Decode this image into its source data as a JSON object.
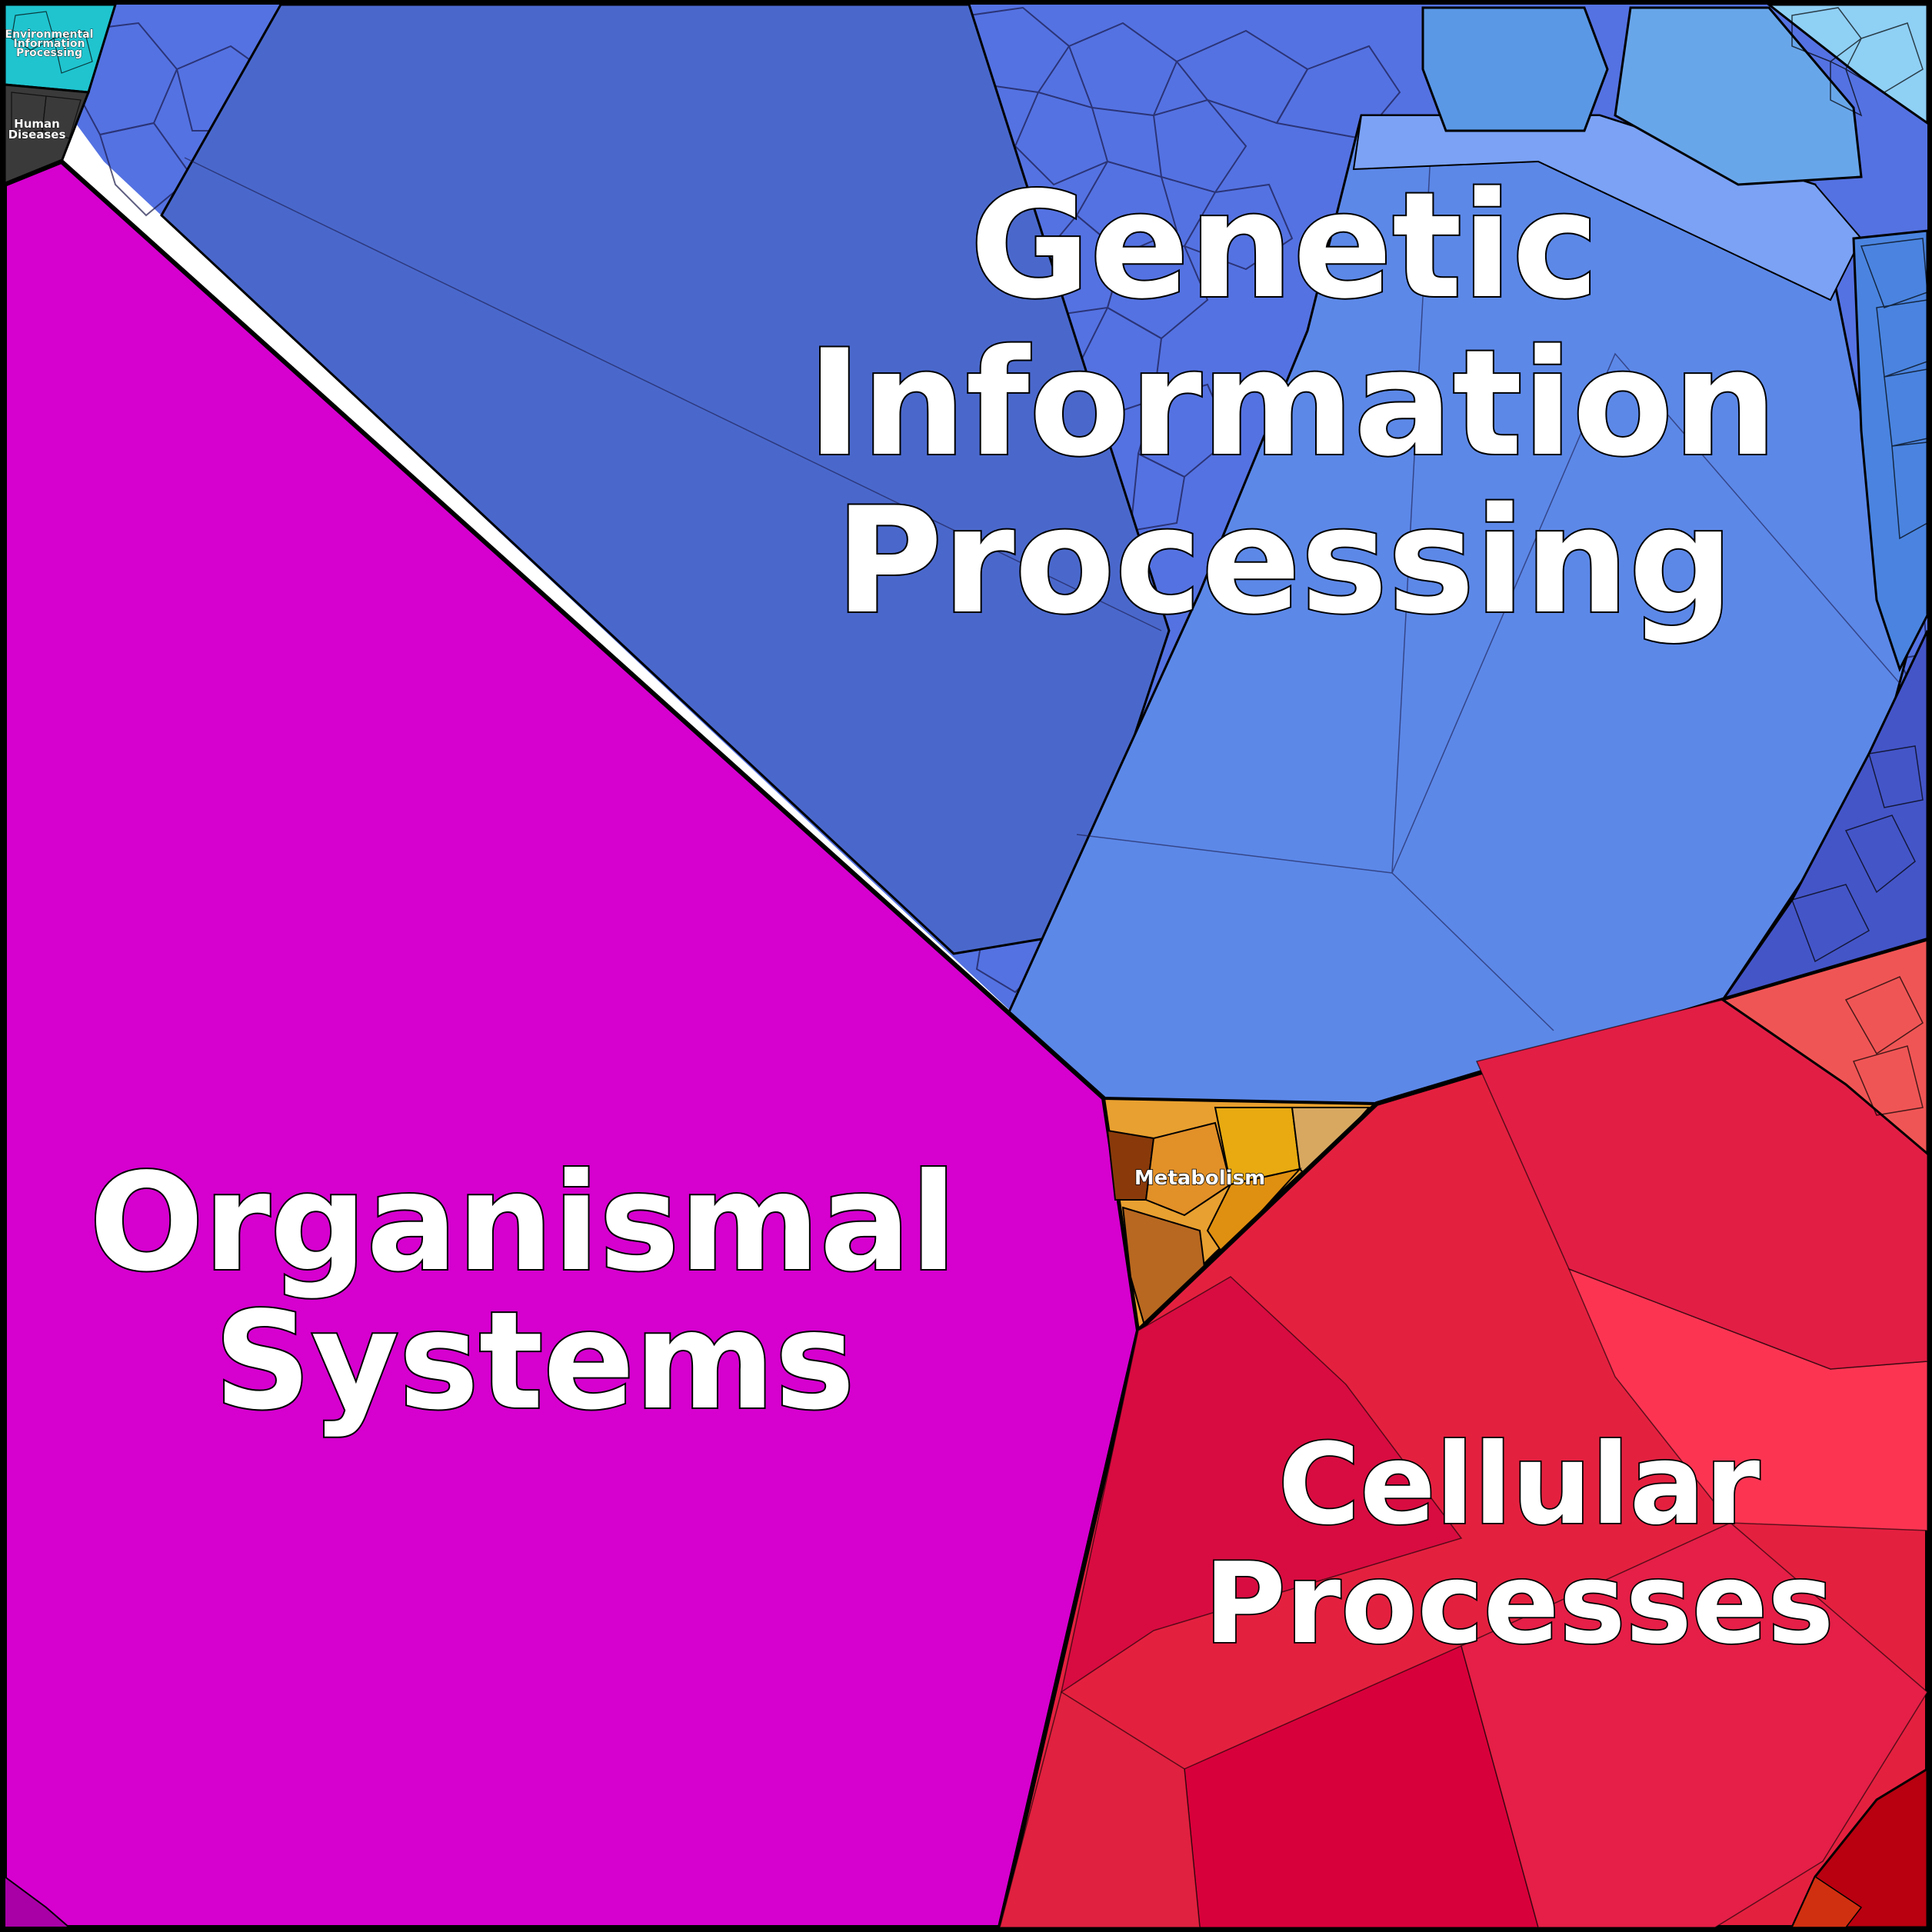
{
  "diagram": {
    "type": "voronoi-treemap",
    "categories": [
      {
        "key": "genetic",
        "label": "Genetic Information Processing",
        "lines": [
          "Genetic",
          "Information",
          "Processing"
        ],
        "color": "#5a7ce6"
      },
      {
        "key": "organismal",
        "label": "Organismal Systems",
        "lines": [
          "Organismal",
          "Systems"
        ],
        "color": "#d600cf"
      },
      {
        "key": "cellular",
        "label": "Cellular Processes",
        "lines": [
          "Cellular",
          "Processes"
        ],
        "color": "#e0203f"
      },
      {
        "key": "metabolism",
        "label": "Metabolism",
        "lines": [
          "Metabolism"
        ],
        "color": "#e0a030"
      },
      {
        "key": "environmental",
        "label": "Environmental Information Processing",
        "lines": [
          "Environmental",
          "Information",
          "Processing"
        ],
        "color": "#20c8d8"
      },
      {
        "key": "human",
        "label": "Human Diseases",
        "lines": [
          "Human",
          "Diseases"
        ],
        "color": "#444444"
      }
    ]
  }
}
